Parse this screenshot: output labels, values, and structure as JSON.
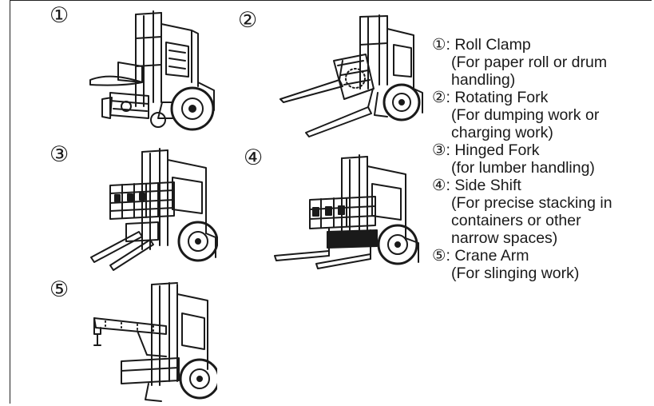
{
  "diagram": {
    "panels": [
      {
        "id": "1",
        "marker": "①",
        "attachment": "roll-clamp"
      },
      {
        "id": "2",
        "marker": "②",
        "attachment": "rotating-fork"
      },
      {
        "id": "3",
        "marker": "③",
        "attachment": "hinged-fork"
      },
      {
        "id": "4",
        "marker": "④",
        "attachment": "side-shift"
      },
      {
        "id": "5",
        "marker": "⑤",
        "attachment": "crane-arm"
      }
    ],
    "legend": [
      {
        "title": "①: Roll Clamp",
        "desc": [
          "(For paper roll or drum",
          "handling)"
        ]
      },
      {
        "title": "②: Rotating Fork",
        "desc": [
          "(For dumping work or",
          "charging work)"
        ]
      },
      {
        "title": "③: Hinged Fork",
        "desc": [
          "(for lumber handling)"
        ]
      },
      {
        "title": "④: Side Shift",
        "desc": [
          "(For precise stacking in",
          "containers or other",
          "narrow spaces)"
        ]
      },
      {
        "title": "⑤: Crane Arm",
        "desc": [
          "(For slinging work)"
        ]
      }
    ]
  },
  "colors": {
    "line": "#1a1a1a",
    "background": "#ffffff"
  }
}
